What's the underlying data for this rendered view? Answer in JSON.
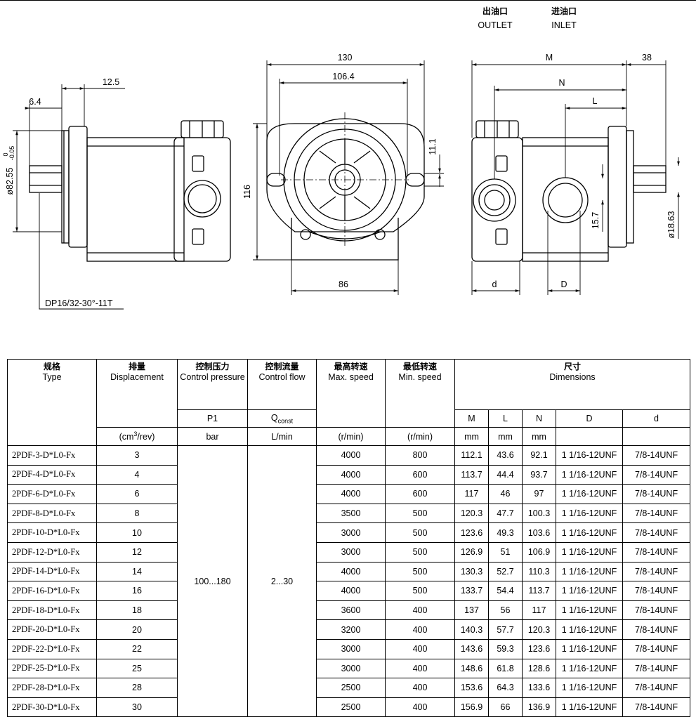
{
  "ports": {
    "outlet_cn": "出油口",
    "outlet_en": "OUTLET",
    "inlet_cn": "进油口",
    "inlet_en": "INLET"
  },
  "dims": {
    "d130": "130",
    "d106_4": "106.4",
    "d116": "116",
    "d11_1": "11.1",
    "d86": "86",
    "d12_5": "12.5",
    "d6_4": "6.4",
    "dia82": "ø82.55",
    "dia82_tol_up": "0",
    "dia82_tol_lo": "-0.05",
    "spline": "DP16/32-30°-11T",
    "M": "M",
    "d38": "38",
    "N": "N",
    "L": "L",
    "d": "d",
    "D": "D",
    "d15_7": "15.7",
    "dia18": "ø18.63"
  },
  "table": {
    "headers": [
      {
        "cn": "规格",
        "en": "Type"
      },
      {
        "cn": "排量",
        "en": "Displacement"
      },
      {
        "cn": "控制压力",
        "en": "Control pressure"
      },
      {
        "cn": "控制流量",
        "en": "Control flow"
      },
      {
        "cn": "最高转速",
        "en": "Max. speed"
      },
      {
        "cn": "最低转速",
        "en": "Min. speed"
      },
      {
        "cn": "尺寸",
        "en": "Dimensions"
      }
    ],
    "sub": {
      "p1": "P1",
      "qconst_q": "Q",
      "qconst_sub": "const",
      "M": "M",
      "L": "L",
      "N": "N",
      "D": "D",
      "d": "d"
    },
    "units": {
      "disp_pre": "(cm",
      "disp_sup": "3",
      "disp_post": "/rev)",
      "pressure": "bar",
      "flow": "L/min",
      "max": "(r/min)",
      "min": "(r/min)",
      "M": "mm",
      "L": "mm",
      "N": "mm"
    },
    "pressure_value": "100...180",
    "flow_value": "2...30",
    "rows": [
      {
        "type": "2PDF-3-D*L0-Fx",
        "disp": "3",
        "max": "4000",
        "min": "800",
        "M": "112.1",
        "L": "43.6",
        "N": "92.1",
        "D": "1 1/16-12UNF",
        "d": "7/8-14UNF"
      },
      {
        "type": "2PDF-4-D*L0-Fx",
        "disp": "4",
        "max": "4000",
        "min": "600",
        "M": "113.7",
        "L": "44.4",
        "N": "93.7",
        "D": "1 1/16-12UNF",
        "d": "7/8-14UNF"
      },
      {
        "type": "2PDF-6-D*L0-Fx",
        "disp": "6",
        "max": "4000",
        "min": "600",
        "M": "117",
        "L": "46",
        "N": "97",
        "D": "1 1/16-12UNF",
        "d": "7/8-14UNF"
      },
      {
        "type": "2PDF-8-D*L0-Fx",
        "disp": "8",
        "max": "3500",
        "min": "500",
        "M": "120.3",
        "L": "47.7",
        "N": "100.3",
        "D": "1 1/16-12UNF",
        "d": "7/8-14UNF"
      },
      {
        "type": "2PDF-10-D*L0-Fx",
        "disp": "10",
        "max": "3000",
        "min": "500",
        "M": "123.6",
        "L": "49.3",
        "N": "103.6",
        "D": "1 1/16-12UNF",
        "d": "7/8-14UNF"
      },
      {
        "type": "2PDF-12-D*L0-Fx",
        "disp": "12",
        "max": "3000",
        "min": "500",
        "M": "126.9",
        "L": "51",
        "N": "106.9",
        "D": "1 1/16-12UNF",
        "d": "7/8-14UNF"
      },
      {
        "type": "2PDF-14-D*L0-Fx",
        "disp": "14",
        "max": "4000",
        "min": "500",
        "M": "130.3",
        "L": "52.7",
        "N": "110.3",
        "D": "1 1/16-12UNF",
        "d": "7/8-14UNF"
      },
      {
        "type": "2PDF-16-D*L0-Fx",
        "disp": "16",
        "max": "4000",
        "min": "500",
        "M": "133.7",
        "L": "54.4",
        "N": "113.7",
        "D": "1 1/16-12UNF",
        "d": "7/8-14UNF"
      },
      {
        "type": "2PDF-18-D*L0-Fx",
        "disp": "18",
        "max": "3600",
        "min": "400",
        "M": "137",
        "L": "56",
        "N": "117",
        "D": "1 1/16-12UNF",
        "d": "7/8-14UNF"
      },
      {
        "type": "2PDF-20-D*L0-Fx",
        "disp": "20",
        "max": "3200",
        "min": "400",
        "M": "140.3",
        "L": "57.7",
        "N": "120.3",
        "D": "1 1/16-12UNF",
        "d": "7/8-14UNF"
      },
      {
        "type": "2PDF-22-D*L0-Fx",
        "disp": "22",
        "max": "3000",
        "min": "400",
        "M": "143.6",
        "L": "59.3",
        "N": "123.6",
        "D": "1 1/16-12UNF",
        "d": "7/8-14UNF"
      },
      {
        "type": "2PDF-25-D*L0-Fx",
        "disp": "25",
        "max": "3000",
        "min": "400",
        "M": "148.6",
        "L": "61.8",
        "N": "128.6",
        "D": "1 1/16-12UNF",
        "d": "7/8-14UNF"
      },
      {
        "type": "2PDF-28-D*L0-Fx",
        "disp": "28",
        "max": "2500",
        "min": "400",
        "M": "153.6",
        "L": "64.3",
        "N": "133.6",
        "D": "1 1/16-12UNF",
        "d": "7/8-14UNF"
      },
      {
        "type": "2PDF-30-D*L0-Fx",
        "disp": "30",
        "max": "2500",
        "min": "400",
        "M": "156.9",
        "L": "66",
        "N": "136.9",
        "D": "1 1/16-12UNF",
        "d": "7/8-14UNF"
      }
    ]
  }
}
